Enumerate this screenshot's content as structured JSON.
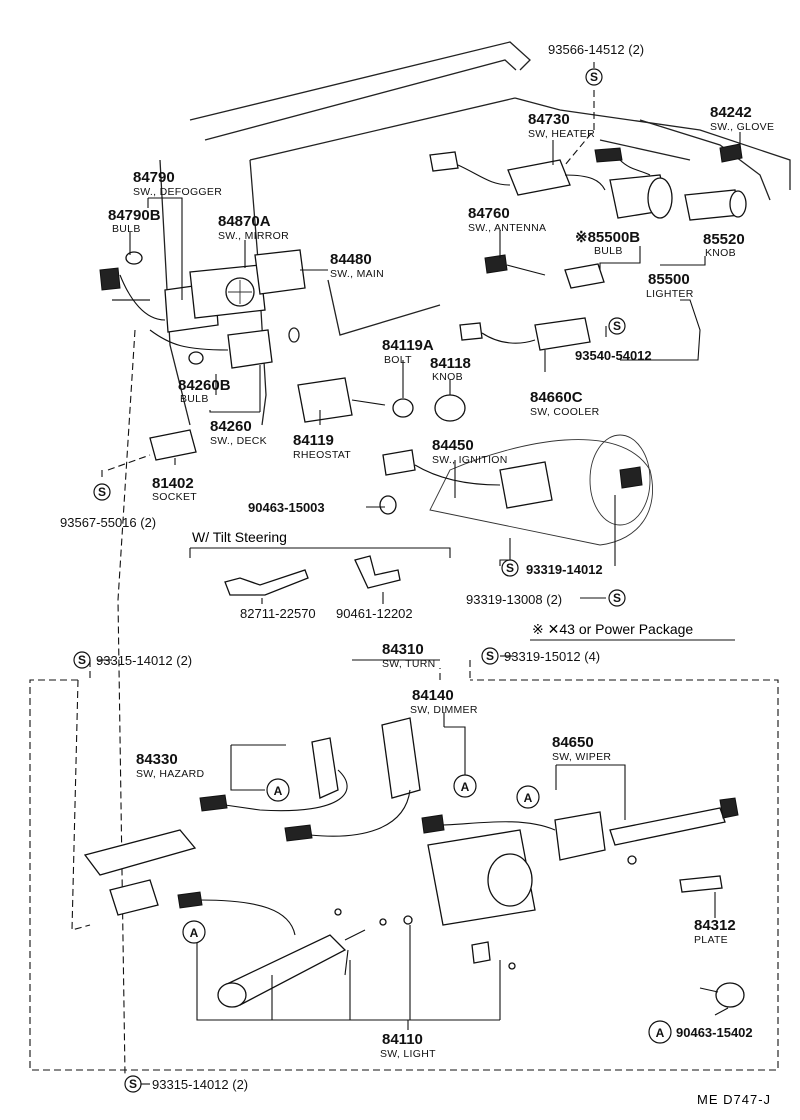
{
  "callouts": {
    "bolt_93566": "93566-14512 (2)",
    "p84730": "84730",
    "p84730_name": "SW, HEATER",
    "p84242": "84242",
    "p84242_name": "SW., GLOVE",
    "p84790": "84790",
    "p84790_name": "SW., DEFOGGER",
    "p84790b": "84790B",
    "p84790b_name": "BULB",
    "p84870a": "84870A",
    "p84870a_name": "SW., MIRROR",
    "p84480": "84480",
    "p84480_name": "SW., MAIN",
    "p84760": "84760",
    "p84760_name": "SW., ANTENNA",
    "p85500b": "※85500B",
    "p85500b_name": "BULB",
    "p85520": "85520",
    "p85520_name": "KNOB",
    "p85500": "85500",
    "p85500_name": "LIGHTER",
    "p93540": "93540-54012",
    "p84119a": "84119A",
    "p84119a_name": "BOLT",
    "p84118": "84118",
    "p84118_name": "KNOB",
    "p84660c": "84660C",
    "p84660c_name": "SW, COOLER",
    "p84260b": "84260B",
    "p84260b_name": "BULB",
    "p84260": "84260",
    "p84260_name": "SW., DECK",
    "p84119": "84119",
    "p84119_name": "RHEOSTAT",
    "p84450": "84450",
    "p84450_name": "SW., IGNITION",
    "p81402": "81402",
    "p81402_name": "SOCKET",
    "p90463_15003": "90463-15003",
    "p93567": "93567-55016 (2)",
    "tilt_title": "W/ Tilt Steering",
    "p82711": "82711-22570",
    "p90461": "90461-12202",
    "p93319_14012": "93319-14012",
    "p93319_13008": "93319-13008 (2)",
    "note": "※ ✕43 or Power Package",
    "p93315_top": "93315-14012 (2)",
    "p84310": "84310",
    "p84310_name": "SW, TURN",
    "p93319_15012": "93319-15012 (4)",
    "p84140": "84140",
    "p84140_name": "SW, DIMMER",
    "p84330": "84330",
    "p84330_name": "SW, HAZARD",
    "p84650": "84650",
    "p84650_name": "SW, WIPER",
    "p84312": "84312",
    "p84312_name": "PLATE",
    "p84110": "84110",
    "p84110_name": "SW, LIGHT",
    "p90463_15402": "90463-15402",
    "p93315_bottom": "93315-14012 (2)",
    "figure_code": "ME  D747-J"
  },
  "symbols": {
    "s_marker": "S",
    "a_marker": "A"
  }
}
